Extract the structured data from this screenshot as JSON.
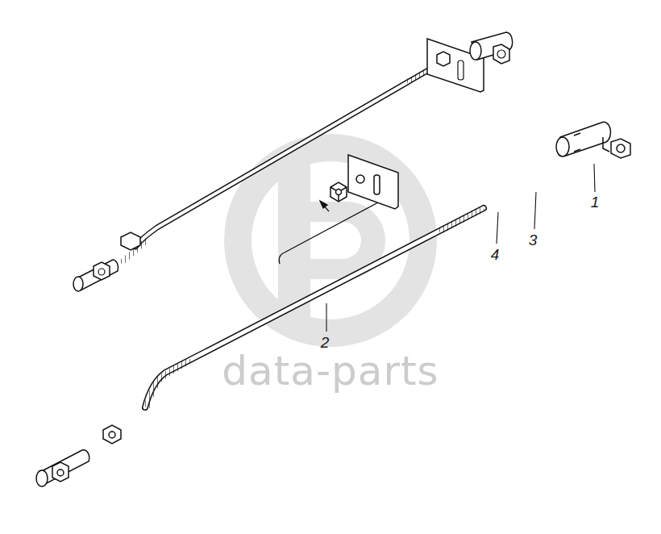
{
  "diagram": {
    "labels": [
      "1",
      "3",
      "4",
      "2",
      "data-parts"
    ]
  }
}
